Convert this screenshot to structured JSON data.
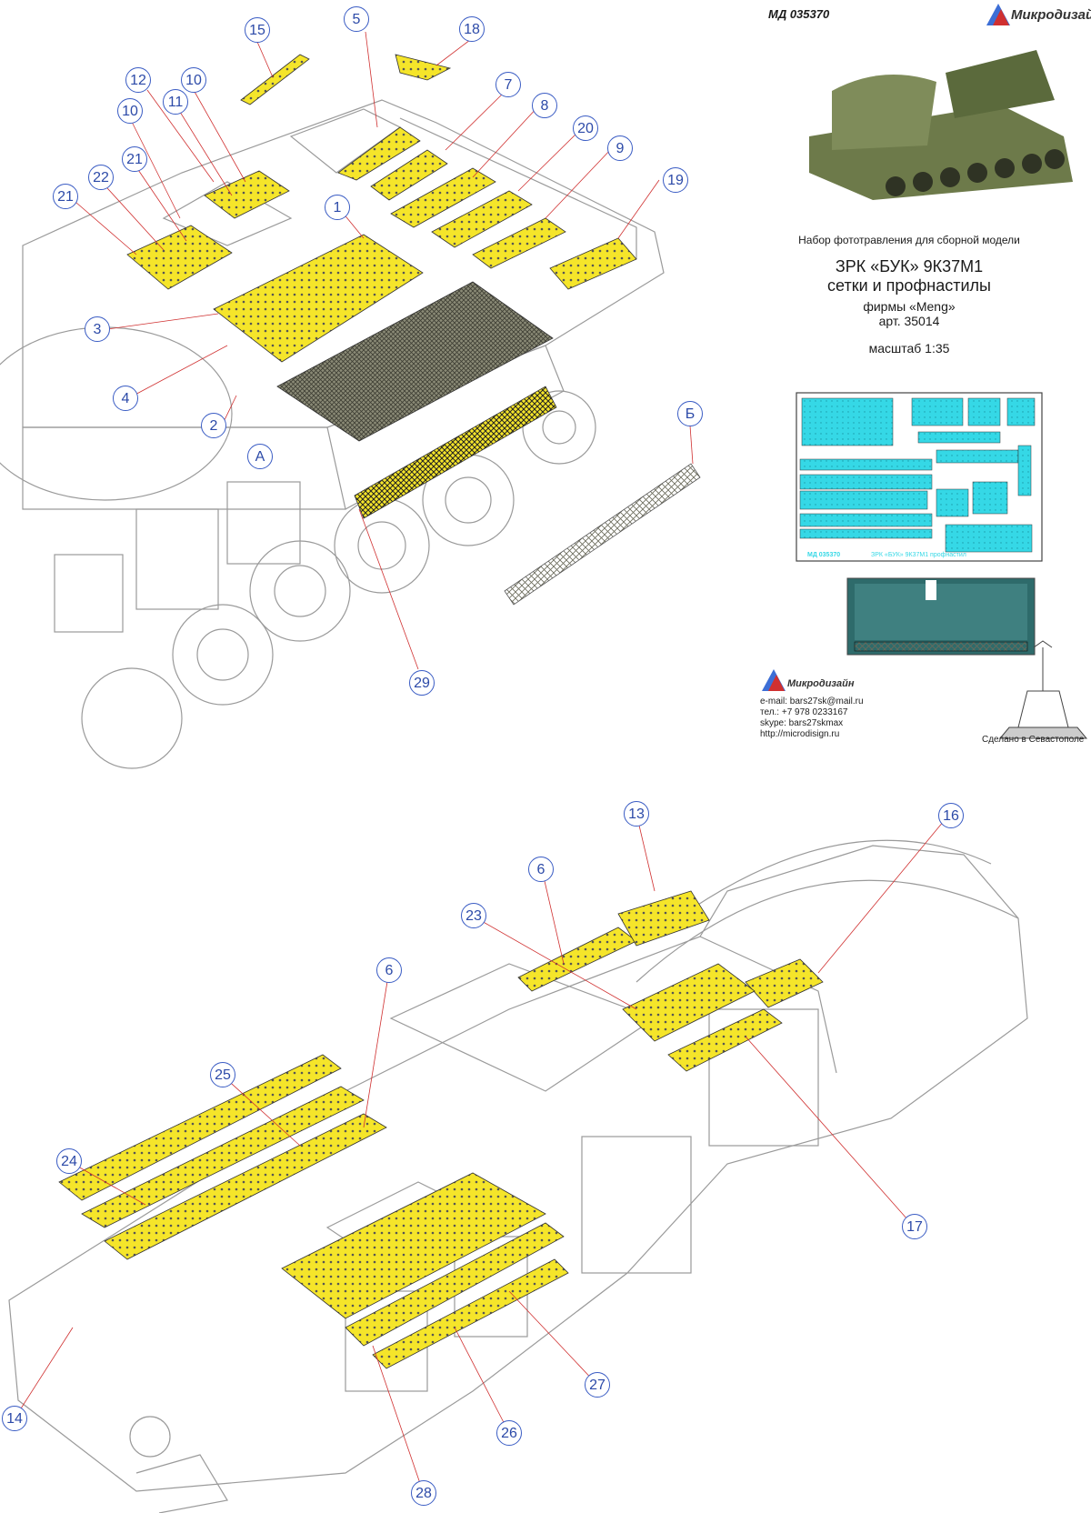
{
  "header": {
    "code": "МД 035370",
    "brand": "Микродизайн"
  },
  "info": {
    "line1": "Набор фототравления для сборной модели",
    "line2": "ЗРК «БУК» 9К37М1",
    "line3": "сетки и профнастилы",
    "line4": "фирмы «Meng»",
    "line5": "арт. 35014",
    "scale": "масштаб 1:35"
  },
  "fret": {
    "code": "МД 035370",
    "title": "ЗРК «БУК» 9К37М1 профнастил"
  },
  "contact": {
    "brand": "Микродизайн",
    "email": "e-mail: bars27sk@mail.ru",
    "phone": "тел.: +7 978 0233167",
    "skype": "skype: bars27skmax",
    "web": "http://microdisign.ru"
  },
  "made_in": "Сделано в Севастополе",
  "colors": {
    "callout": "#3a5cc4",
    "etch_yellow": "#f5e52a",
    "fret_cyan": "#35d8e6",
    "mesh": "#6b6b5a",
    "line": "#9a9a9a"
  },
  "callouts": [
    {
      "label": "15"
    },
    {
      "label": "5"
    },
    {
      "label": "18"
    },
    {
      "label": "12"
    },
    {
      "label": "10"
    },
    {
      "label": "10"
    },
    {
      "label": "11"
    },
    {
      "label": "7"
    },
    {
      "label": "8"
    },
    {
      "label": "20"
    },
    {
      "label": "9"
    },
    {
      "label": "21"
    },
    {
      "label": "22"
    },
    {
      "label": "21"
    },
    {
      "label": "1"
    },
    {
      "label": "19"
    },
    {
      "label": "3"
    },
    {
      "label": "4"
    },
    {
      "label": "2"
    },
    {
      "label": "А"
    },
    {
      "label": "Б"
    },
    {
      "label": "29"
    },
    {
      "label": "13"
    },
    {
      "label": "16"
    },
    {
      "label": "6"
    },
    {
      "label": "23"
    },
    {
      "label": "6"
    },
    {
      "label": "25"
    },
    {
      "label": "24"
    },
    {
      "label": "17"
    },
    {
      "label": "27"
    },
    {
      "label": "14"
    },
    {
      "label": "26"
    },
    {
      "label": "28"
    }
  ]
}
